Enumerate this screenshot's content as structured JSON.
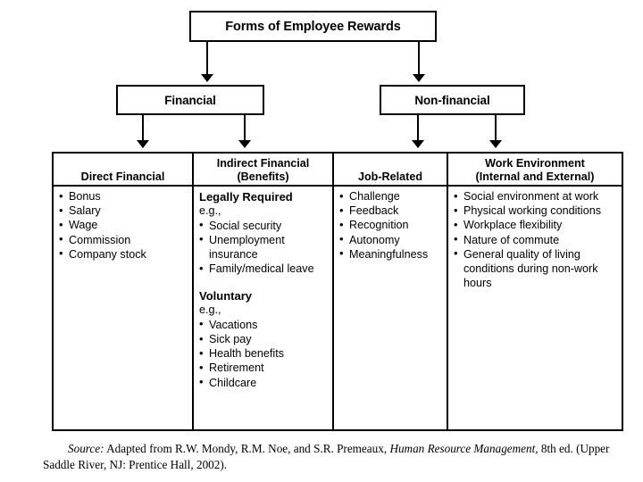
{
  "diagram": {
    "title": "Forms of Employee Rewards",
    "level2": {
      "financial": "Financial",
      "nonfinancial": "Non-financial"
    },
    "columns": [
      {
        "id": "direct-financial",
        "header_line1": "Direct Financial",
        "header_line2": "",
        "items": [
          "Bonus",
          "Salary",
          "Wage",
          "Commission",
          "Company stock"
        ]
      },
      {
        "id": "indirect-financial",
        "header_line1": "Indirect Financial",
        "header_line2": "(Benefits)",
        "group1_title": "Legally Required",
        "group1_eg": "e.g.,",
        "group1_items": [
          "Social security",
          "Unemployment insurance",
          "Family/medical leave"
        ],
        "group2_title": "Voluntary",
        "group2_eg": "e.g.,",
        "group2_items": [
          "Vacations",
          "Sick pay",
          "Health benefits",
          "Retirement",
          "Childcare"
        ]
      },
      {
        "id": "job-related",
        "header_line1": "Job-Related",
        "header_line2": "",
        "items": [
          "Challenge",
          "Feedback",
          "Recognition",
          "Autonomy",
          "Meaningfulness"
        ]
      },
      {
        "id": "work-environment",
        "header_line1": "Work Environment",
        "header_line2": "(Internal and External)",
        "items": [
          "Social environment at work",
          "Physical working conditions",
          "Workplace flexibility",
          "Nature of commute",
          "General quality of living conditions during non-work hours"
        ]
      }
    ]
  },
  "source": {
    "label": "Source:",
    "text_before_italic": " Adapted from R.W. Mondy, R.M. Noe, and S.R. Premeaux, ",
    "italic_title": "Human Resource Management,",
    "text_after_italic": " 8th ed. (Upper Saddle River, NJ: Prentice Hall, 2002)."
  },
  "colors": {
    "line": "#000000",
    "background": "#ffffff",
    "text": "#000000"
  }
}
